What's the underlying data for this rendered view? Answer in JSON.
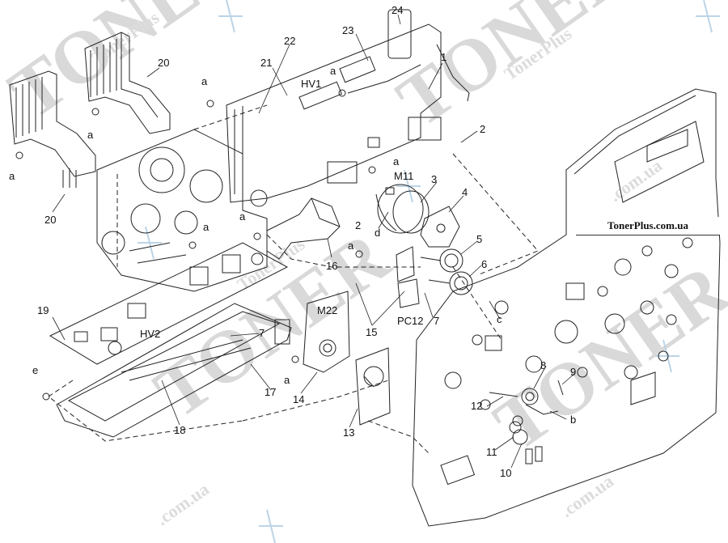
{
  "watermark": {
    "brand": "TONER",
    "site": "TonerPlus",
    "domain": ".com.ua"
  },
  "site_badge": "TonerPlus.com.ua",
  "colors": {
    "line": "#222222",
    "watermark": "#d9d9d9",
    "cross": "#bcd4e6"
  },
  "callouts": {
    "n1": "1",
    "n2a": "2",
    "n2b": "2",
    "n3": "3",
    "n4": "4",
    "n5": "5",
    "n6": "6",
    "n7a": "7",
    "n7b": "7",
    "n8": "8",
    "n9": "9",
    "n10": "10",
    "n11": "11",
    "n12": "12",
    "n13": "13",
    "n14": "14",
    "n15": "15",
    "n16": "16",
    "n17": "17",
    "n18": "18",
    "n19": "19",
    "n20a": "20",
    "n20b": "20",
    "n21": "21",
    "n22": "22",
    "n23": "23",
    "n24": "24",
    "hv1": "HV1",
    "hv2": "HV2",
    "m11": "M11",
    "m22": "M22",
    "pc12": "PC12",
    "a1": "a",
    "a2": "a",
    "a3": "a",
    "a4": "a",
    "a5": "a",
    "a6": "a",
    "a7": "a",
    "a8": "a",
    "a9": "a",
    "b": "b",
    "c": "c",
    "d": "d",
    "e": "e"
  }
}
